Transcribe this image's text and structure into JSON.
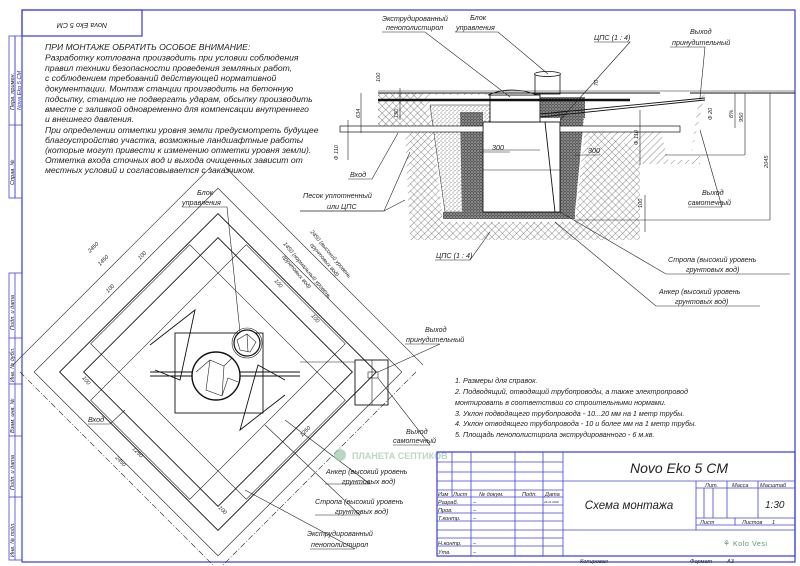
{
  "header_box": "Nova Eko 5 CM",
  "side_stamps": {
    "perv_primen": "Перв. примен.",
    "perv_value": "Nova Eko 5 CM",
    "sprav": "Справ. №",
    "podp_data1": "Подп. и дата",
    "inv_dubl": "Инв. № дубл.",
    "vzam_inv": "Взам. инв. №",
    "podp_data2": "Подп. и дата",
    "inv_podl": "Инв. № подл."
  },
  "notice": {
    "title": "ПРИ МОНТАЖЕ ОБРАТИТЬ ОСОБОЕ ВНИМАНИЕ:",
    "lines": [
      "Разработку котлована производить при условии соблюдения",
      "правил техники безопасности проведения земляных работ,",
      "с соблюдением требований действующей нормативной",
      "документации. Монтаж станции производить на бетонную",
      "подсыпку, станцию не подвергать ударам, обсыпку производить",
      "вместе с заливкой одновременно для компенсации внутреннего",
      "и внешнего давления.",
      "При определении отметки уровня земли предусмотреть будущее",
      "благоустройство участка, возможные ландшафтные работы",
      "(которые могут привести к изменению отметки уровня земли).",
      "Отметка входа сточных вод и выхода очищенных зависит от",
      "местных условий и согласовывается с заказчиком."
    ]
  },
  "section": {
    "foam_1": "Экструдированный",
    "foam_2": "пенополистирол",
    "block_1": "Блок",
    "block_2": "управления",
    "cps_top": "ЦПС (1 : 4)",
    "out_forced_1": "Выход",
    "out_forced_2": "принудительный",
    "dim_100a": "100",
    "dim_634": "634",
    "dim_150": "150",
    "dim_d110_left": "Ф 110",
    "inlet": "Вход",
    "sand_1": "Песок уплотненный",
    "sand_2": "или ЦПС",
    "dim_300a": "300",
    "dim_300b": "300",
    "dim_70": "70",
    "dim_d110_right": "Ф 110",
    "dim_100b": "100",
    "dim_d20": "Ф 20",
    "dim_6pct": "6%",
    "dim_950": "950",
    "dim_2045": "2045",
    "out_gravity_1": "Выход",
    "out_gravity_2": "самотечный",
    "cps_bottom": "ЦПС (1 : 4)",
    "strap_1": "Стропа (высокий уровень",
    "strap_2": "грунтовых вод)",
    "anchor_1": "Анкер (высокий уровень",
    "anchor_2": "грунтовых вод)"
  },
  "plan": {
    "block_1": "Блок",
    "block_2": "управления",
    "dim_2450a": "2450",
    "dim_1450a": "1450",
    "dim_100a": "100",
    "dim_100b": "100",
    "high_1": "2450 (высокий уровень",
    "high_2": "грунтовых вод)",
    "normal_1": "1450 (нормальный уровень",
    "normal_2": "грунтовых вод)",
    "dim_100c": "100",
    "dim_100d": "100",
    "out_forced_1": "Выход",
    "out_forced_2": "принудительный",
    "dim_100e": "100",
    "inlet": "Вход",
    "out_gravity_1": "Выход",
    "out_gravity_2": "самотечный",
    "dim_1250a": "1250",
    "dim_1250b": "1250",
    "dim_2450b": "2450",
    "dim_100f": "100",
    "anchor_1": "Анкер (высокий уровень",
    "anchor_2": "грунтовых вод)",
    "strap_1": "Стропа (высокий уровень",
    "strap_2": "грунтовых вод)",
    "foam_1": "Экструдированный",
    "foam_2": "пенополистирол"
  },
  "notes": [
    "1. Размеры для справок.",
    "2. Подводящий, отводящий трубопроводы, а также электропровод",
    "монтировать в соответствии со строительными нормами.",
    "3. Уклон подводящего трубопровода - 10...20 мм на 1 метр трубы.",
    "4. Уклон отводящего трубопровода - 10 и более мм на 1 метр трубы.",
    "5. Площадь пенополистирола экструдированного - 6 м.кв."
  ],
  "title_block": {
    "product": "Novo Eko 5 CM",
    "drawing_name": "Схема монтажа",
    "h_izm": "Изм",
    "h_list": "Лист",
    "h_doc": "№ докум.",
    "h_podp": "Подп.",
    "h_date": "Дата",
    "razrab": "Разраб.",
    "prov": "Пров.",
    "tkontr": "Т.контр.",
    "nkontr": "Н.контр.",
    "utv": "Утв.",
    "dash": "–",
    "date_value": "29.11.2020",
    "lit": "Лит.",
    "mass": "Масса",
    "scale_label": "Масштаб",
    "scale": "1:30",
    "sheet": "Лист",
    "sheets": "Листов",
    "sheets_count": "1",
    "logo": "Kolo Vesi",
    "copied": "Копировал",
    "format_label": "Формат",
    "format": "A3"
  },
  "watermark": "ПЛАНЕТА СЕПТИКОВ",
  "colors": {
    "frame": "#3a3ae0",
    "logo": "#5a9a6a",
    "watermark": "#9cc7a8"
  }
}
